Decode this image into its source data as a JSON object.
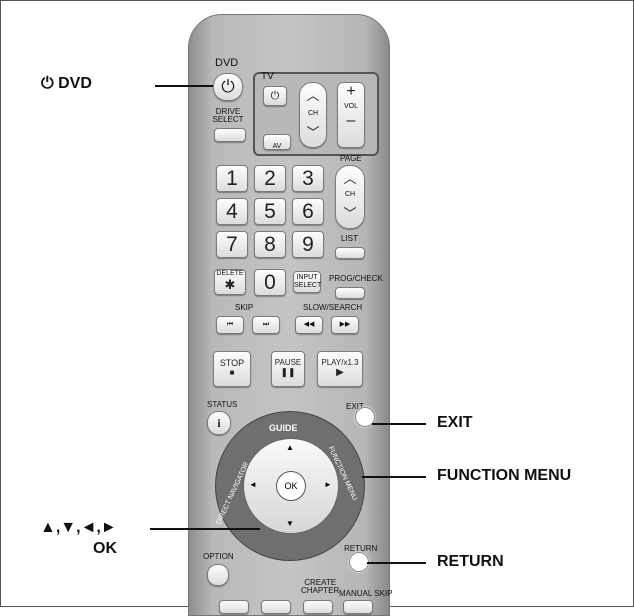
{
  "remote": {
    "dvd_label": "DVD",
    "power_glyph": "⏻",
    "tv_label": "TV",
    "tv_power_glyph": "⏻",
    "ch_label": "CH",
    "vol_label": "VOL",
    "vol_plus": "+",
    "vol_minus": "–",
    "av_label": "AV",
    "drive_select_label": "DRIVE\nSELECT",
    "page_label": "PAGE",
    "page_ch_label": "CH",
    "numbers": [
      "1",
      "2",
      "3",
      "4",
      "5",
      "6",
      "7",
      "8",
      "9",
      "0"
    ],
    "star": "✱",
    "list_label": "LIST",
    "delete_label": "DELETE",
    "input_select_label": "INPUT\nSELECT",
    "prog_check_label": "PROG/CHECK",
    "skip_label": "SKIP",
    "slow_search_label": "SLOW/SEARCH",
    "stop_label": "STOP",
    "pause_label": "PAUSE",
    "play_label": "PLAY/x1.3",
    "status_label": "STATUS",
    "info_glyph": "i",
    "exit_label": "EXIT",
    "guide_label": "GUIDE",
    "direct_navigator_label": "DIRECT NAVIGATOR",
    "function_menu_label": "FUNCTION MENU",
    "ok_label": "OK",
    "option_label": "OPTION",
    "return_label": "RETURN",
    "create_chapter_label": "CREATE\nCHAPTER",
    "manual_skip_label": "MANUAL SKIP"
  },
  "callouts": {
    "dvd_power": "⏻ DVD",
    "exit": "EXIT",
    "function_menu": "FUNCTION MENU",
    "arrows": "▲,▼,◄,►",
    "ok": "OK",
    "return": "RETURN"
  }
}
